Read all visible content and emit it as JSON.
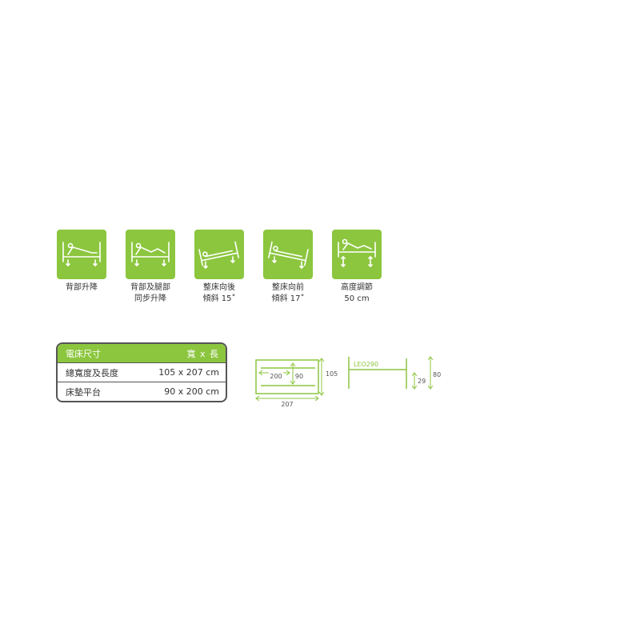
{
  "features": [
    {
      "icon": "backrest-lift-icon",
      "lines": [
        "背部升降"
      ]
    },
    {
      "icon": "back-and-leg-sync-icon",
      "lines": [
        "背部及腿部",
        "同步升降"
      ]
    },
    {
      "icon": "tilt-back-icon",
      "lines": [
        "整床向後",
        "傾斜 15˚"
      ]
    },
    {
      "icon": "tilt-forward-icon",
      "lines": [
        "整床向前",
        "傾斜 17˚"
      ]
    },
    {
      "icon": "height-adjust-icon",
      "lines": [
        "高度調節",
        "50 cm"
      ]
    }
  ],
  "spec_table": {
    "header": {
      "label": "電床尺寸",
      "value": "寬 x 長"
    },
    "rows": [
      {
        "label": "總寬度及長度",
        "value": "105 x 207 cm"
      },
      {
        "label": "床墊平台",
        "value": "90 x 200 cm"
      }
    ]
  },
  "top_view": {
    "inner_length": "200",
    "inner_width": "90",
    "outer_width": "105",
    "outer_length": "207"
  },
  "side_view": {
    "model": "LEO290",
    "platform_height": "29",
    "total_height": "80"
  },
  "colors": {
    "accent_green": "#8cc63f",
    "text_dark": "#333333",
    "border_dark": "#555555"
  }
}
